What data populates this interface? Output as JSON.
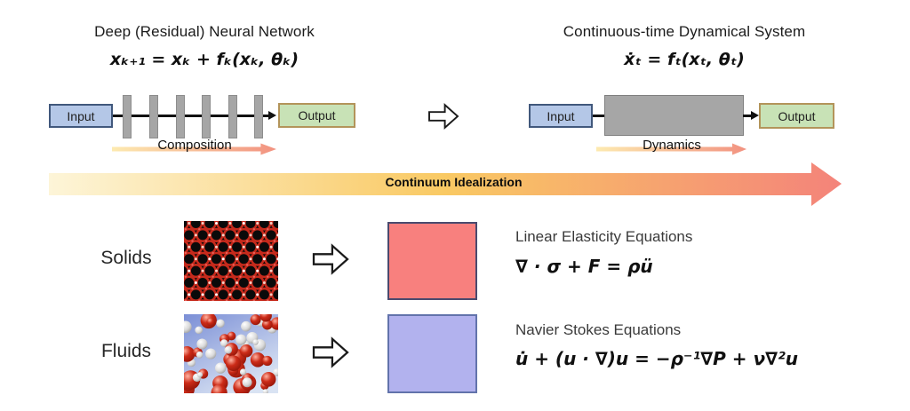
{
  "top": {
    "nn": {
      "title": "Deep (Residual) Neural Network",
      "equation": "xₖ₊₁ = xₖ + fₖ(xₖ, θₖ)",
      "input": "Input",
      "output": "Output",
      "flow": "Composition"
    },
    "ode": {
      "title": "Continuous-time Dynamical System",
      "equation": "ẋₜ = fₜ(xₜ, θₜ)",
      "input": "Input",
      "output": "Output",
      "flow": "Dynamics"
    }
  },
  "continuum": {
    "label": "Continuum Idealization",
    "gradient": [
      "#fdf5d8",
      "#f9c963",
      "#f4837a"
    ]
  },
  "bottom": {
    "solids": {
      "label": "Solids",
      "image": "atomic-lattice-image",
      "heading": "Linear Elasticity Equations",
      "equation": "∇ · σ + F = ρü",
      "swatch": "#f8807e",
      "swatch_border": "#4a4a6e"
    },
    "fluids": {
      "label": "Fluids",
      "image": "water-molecules-image",
      "heading": "Navier Stokes Equations",
      "equation": "u̇ + (u · ∇)u = −ρ⁻¹∇P + ν∇²u",
      "swatch": "#b2b2ee",
      "swatch_border": "#6273ab"
    }
  },
  "colors": {
    "input_fill": "#b4c7e7",
    "input_border": "#41587c",
    "output_fill": "#c8e2b6",
    "output_border": "#b3945a",
    "layer_fill": "#a6a6a6",
    "flow_gradient": [
      "#fdeab0",
      "#f29280"
    ]
  }
}
